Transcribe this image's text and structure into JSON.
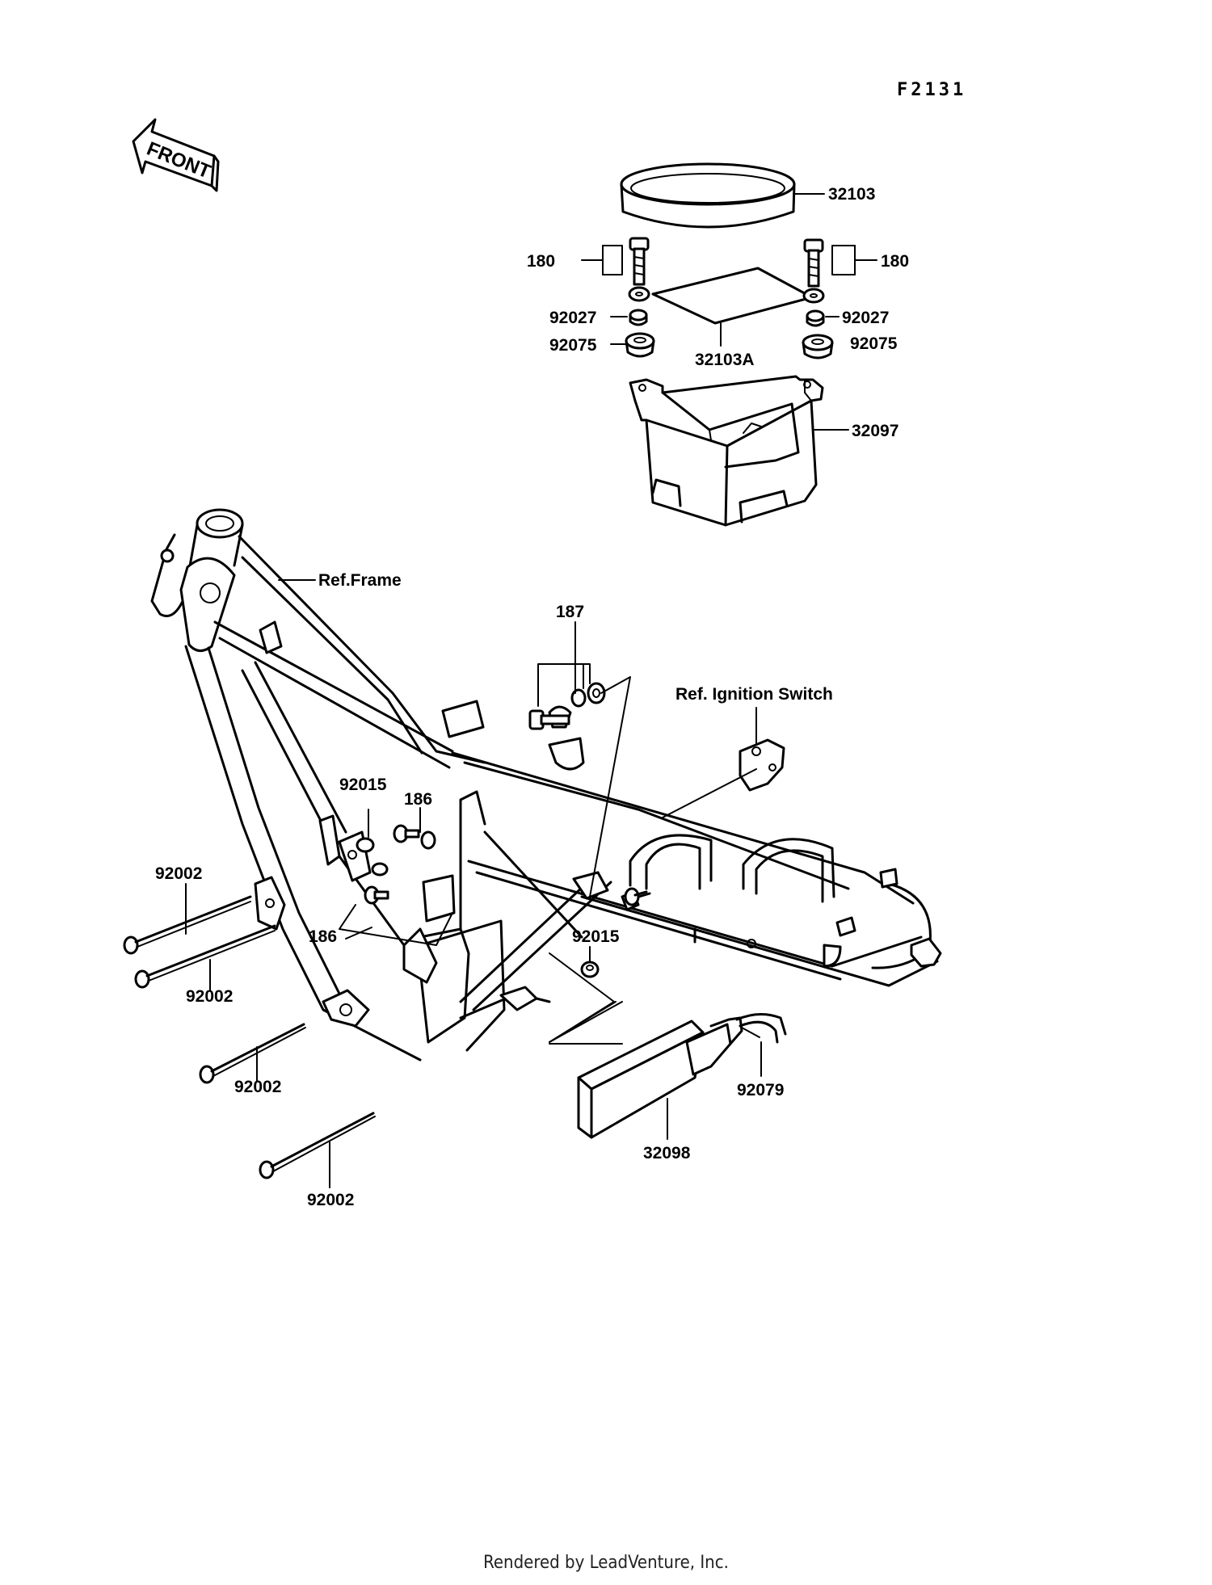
{
  "diagram_code": "F2131",
  "front_arrow_label": "FRONT",
  "parts": {
    "p32103": "32103",
    "p180_left": "180",
    "p180_right": "180",
    "p92027_left": "92027",
    "p92027_right": "92027",
    "p92075_left": "92075",
    "p92075_right": "92075",
    "p32103A": "32103A",
    "p32097": "32097",
    "p187": "187",
    "p92015_top": "92015",
    "p186_top": "186",
    "p186_bottom": "186",
    "p92015_bottom": "92015",
    "p92002_1": "92002",
    "p92002_2": "92002",
    "p92002_3": "92002",
    "p92002_4": "92002",
    "p92079": "92079",
    "p32098": "32098"
  },
  "refs": {
    "frame": "Ref.Frame",
    "ignition_switch": "Ref. Ignition Switch"
  },
  "footer": "Rendered by LeadVenture, Inc."
}
